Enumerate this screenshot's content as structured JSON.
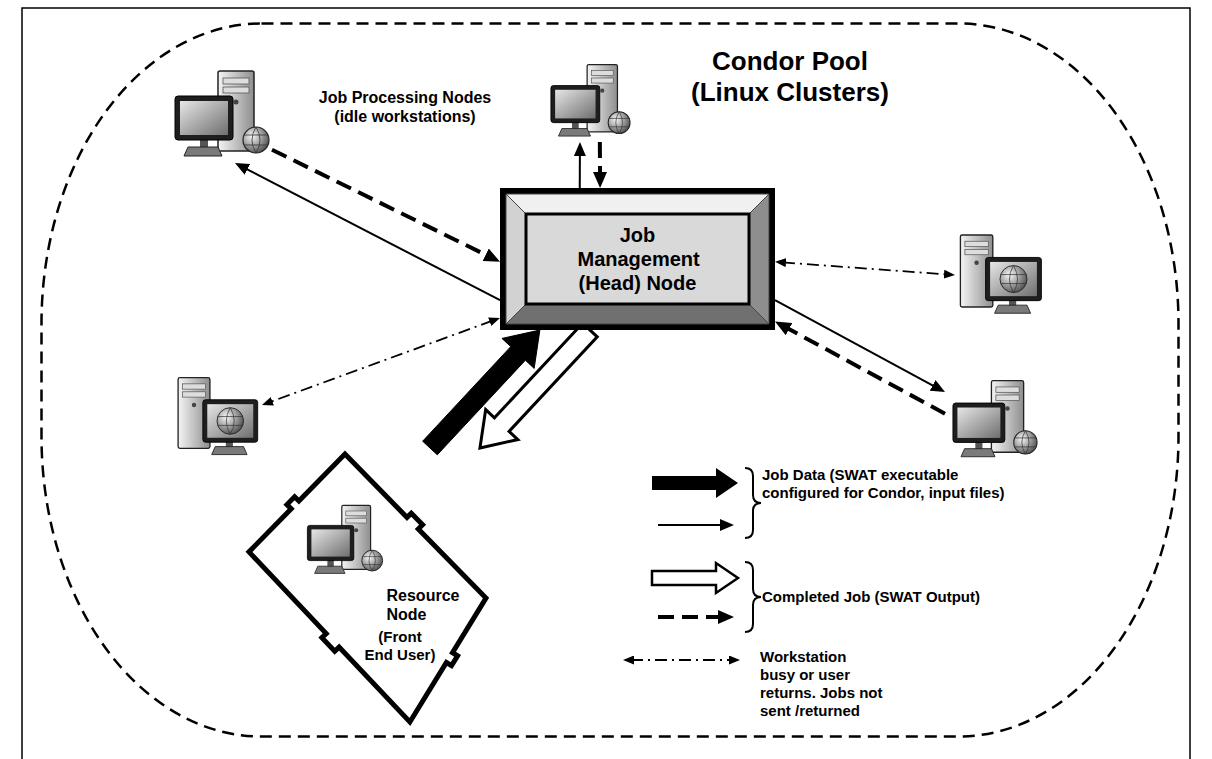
{
  "diagram": {
    "nodes": [
      {
        "text": [
          "Condor Pool (Linux Clusters)"
        ]
      },
      {
        "text": [
          "Job Processing Nodes (idle workstations)"
        ],
        "in": 0
      },
      {
        "text": [],
        "in": 0
      },
      {
        "text": [
          "Job Management (Head) Node"
        ],
        "in": 0
      },
      {
        "text": [],
        "in": 0
      },
      {
        "text": [],
        "in": 0
      },
      {
        "text": [],
        "in": 0
      },
      {
        "text": [
          "Resource Node",
          "(Front End User)"
        ],
        "in": 0
      }
    ],
    "edges": [
      {
        "from": 3,
        "to": 1,
        "arrow": "to"
      },
      {
        "from": 1,
        "to": 3,
        "arrow": "to"
      },
      {
        "from": 3,
        "to": 2,
        "arrow": "to"
      },
      {
        "from": 2,
        "to": 3,
        "arrow": "to"
      },
      {
        "from": 3,
        "to": 4,
        "arrow": "both"
      },
      {
        "from": 3,
        "to": 5,
        "arrow": "both"
      },
      {
        "from": 3,
        "to": 6,
        "arrow": "to"
      },
      {
        "from": 6,
        "to": 3,
        "arrow": "to"
      },
      {
        "from": 7,
        "to": 3,
        "arrow": "to"
      },
      {
        "from": 3,
        "to": 7,
        "arrow": "to"
      }
    ],
    "legend": [
      {
        "text": "Job Data (SWAT executable configured for Condor, input files)"
      },
      {
        "text": "Completed Job (SWAT Output)"
      },
      {
        "text": "Workstation busy or user returns. Jobs not sent /returned"
      }
    ]
  }
}
